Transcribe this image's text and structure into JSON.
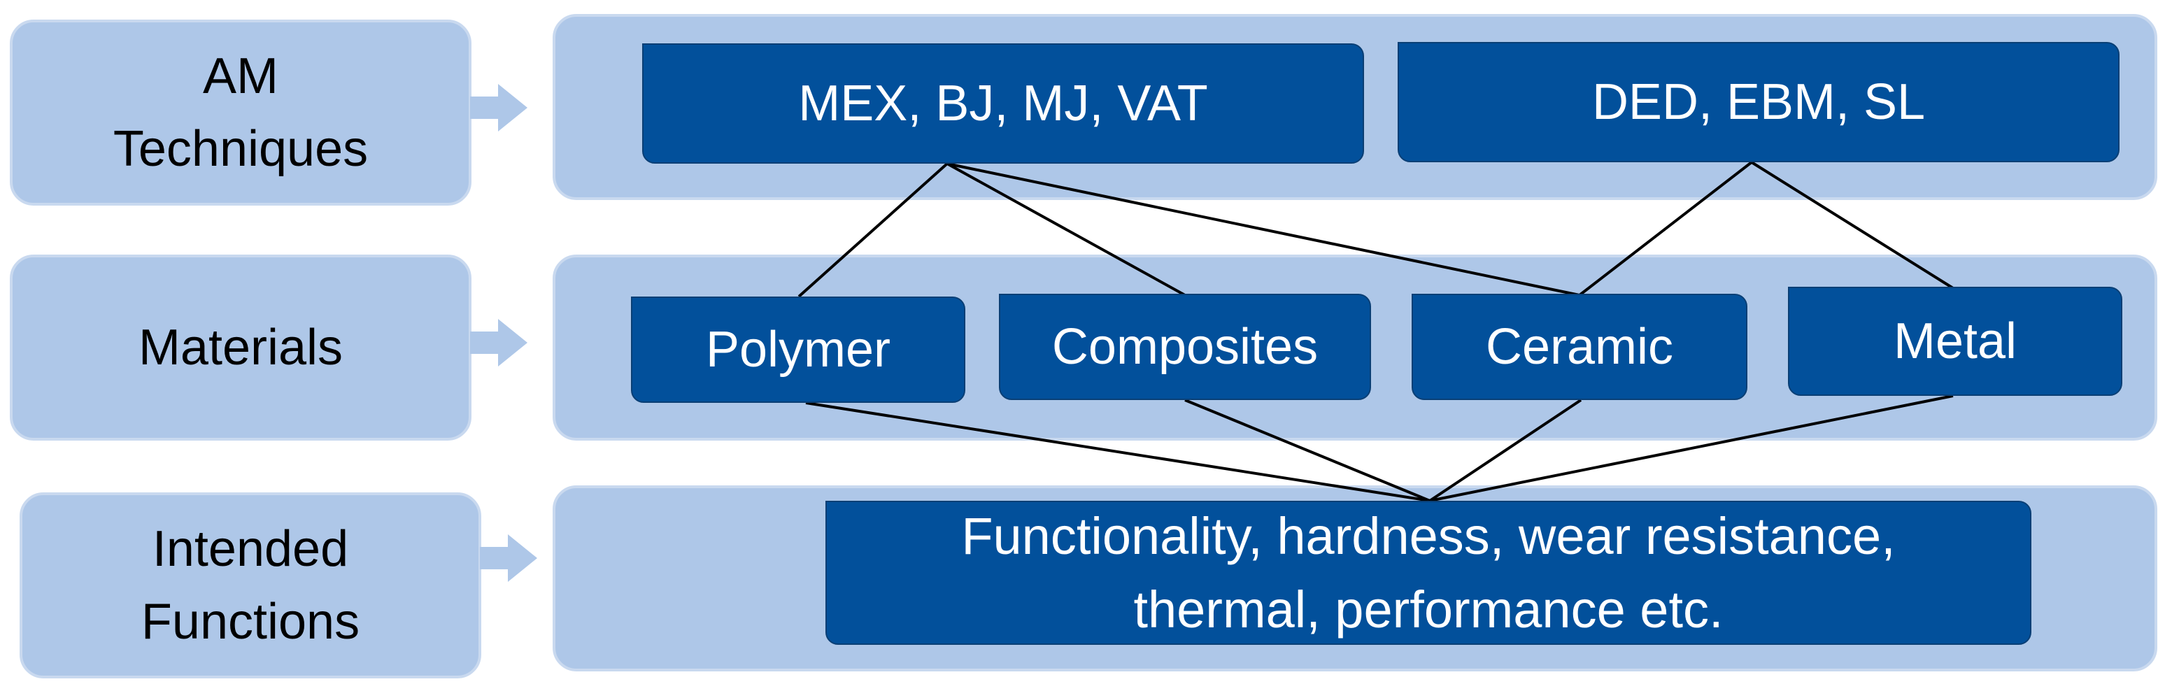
{
  "left_labels": {
    "techniques": "AM\nTechniques",
    "materials": "Materials",
    "functions": "Intended\nFunctions"
  },
  "techniques": {
    "group_a": "MEX, BJ, MJ, VAT",
    "group_b": "DED, EBM, SL"
  },
  "materials": {
    "polymer": "Polymer",
    "composites": "Composites",
    "ceramic": "Ceramic",
    "metal": "Metal"
  },
  "functions": {
    "summary": "Functionality, hardness, wear resistance,\nthermal, performance etc."
  },
  "connections": [
    {
      "from": "techniques.group_a",
      "to": "materials.polymer"
    },
    {
      "from": "techniques.group_a",
      "to": "materials.composites"
    },
    {
      "from": "techniques.group_a",
      "to": "materials.ceramic"
    },
    {
      "from": "techniques.group_b",
      "to": "materials.ceramic"
    },
    {
      "from": "techniques.group_b",
      "to": "materials.metal"
    },
    {
      "from": "materials.polymer",
      "to": "functions.summary"
    },
    {
      "from": "materials.composites",
      "to": "functions.summary"
    },
    {
      "from": "materials.ceramic",
      "to": "functions.summary"
    },
    {
      "from": "materials.metal",
      "to": "functions.summary"
    }
  ],
  "colors": {
    "panel": "#aec7e8",
    "panel_border": "#c9d9ef",
    "node": "#02509b",
    "node_text": "#ffffff",
    "label_text": "#000000",
    "connector": "#000000"
  }
}
